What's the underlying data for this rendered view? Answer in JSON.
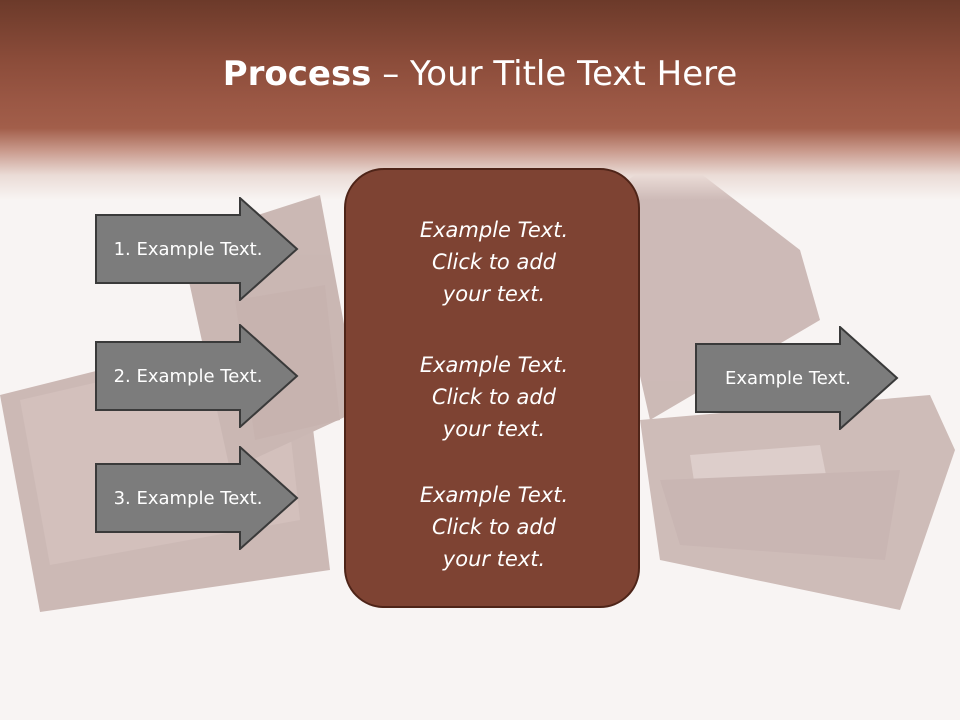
{
  "title": {
    "bold": "Process",
    "rest": " – Your Title Text Here"
  },
  "left_arrows": [
    {
      "label": "1. Example Text."
    },
    {
      "label": "2. Example Text."
    },
    {
      "label": "3. Example Text."
    }
  ],
  "center_blocks": [
    {
      "line1": "Example Text.",
      "line2": "Click  to add",
      "line3": "your text."
    },
    {
      "line1": "Example Text.",
      "line2": "Click  to add",
      "line3": "your text."
    },
    {
      "line1": "Example Text.",
      "line2": "Click  to add",
      "line3": "your text."
    }
  ],
  "right_arrow": {
    "label": "Example Text."
  },
  "colors": {
    "header_dark": "#6c3a2a",
    "box_fill": "#7e4333",
    "box_border": "#4e2418",
    "arrow_fill": "#7c7c7c",
    "arrow_border": "#3a3a3a",
    "background": "#f8f4f3"
  }
}
